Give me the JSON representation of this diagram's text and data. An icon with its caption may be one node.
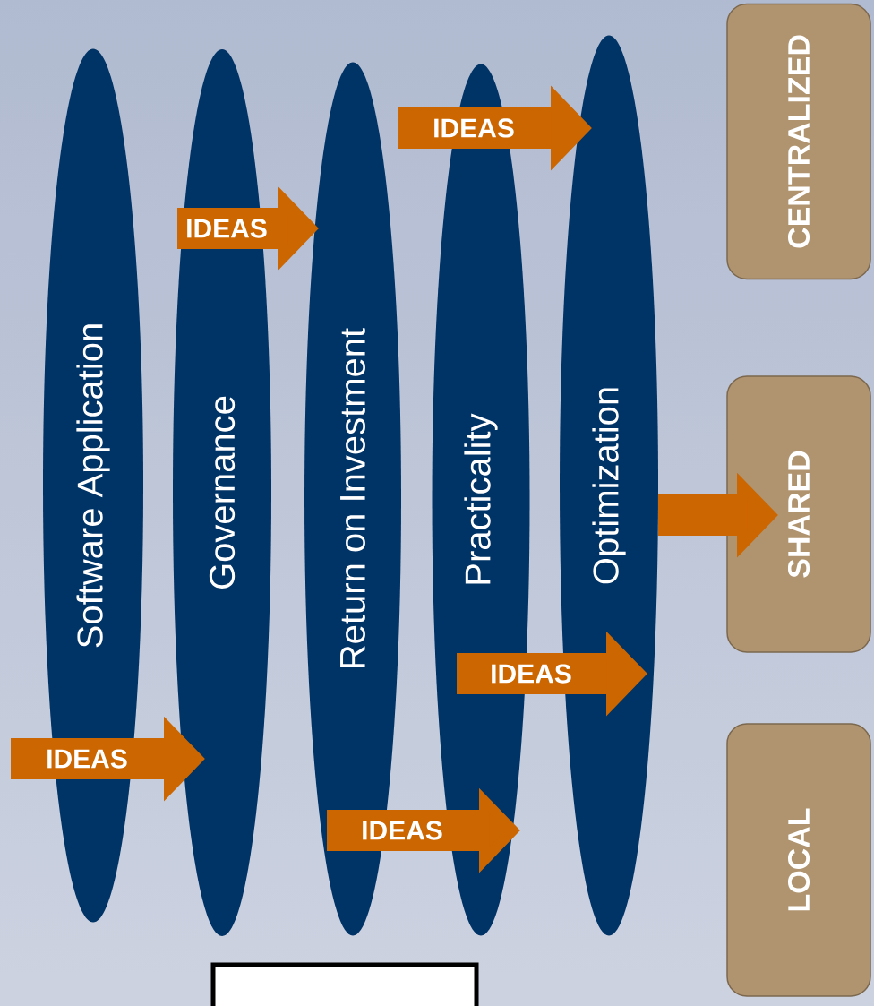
{
  "diagram": {
    "nodes": [
      {
        "text": [
          "Software Application"
        ]
      },
      {
        "text": [
          "Governance"
        ]
      },
      {
        "text": [
          "Return on Investment"
        ]
      },
      {
        "text": [
          "Practicality"
        ]
      },
      {
        "text": [
          "Optimization"
        ]
      },
      {
        "text": [
          "CENTRALIZED"
        ]
      },
      {
        "text": [
          "SHARED"
        ]
      },
      {
        "text": [
          "LOCAL"
        ]
      },
      {
        "text": [],
        "shape": "box"
      }
    ],
    "edges": [
      {
        "from": null,
        "to": 4,
        "arrow": "to",
        "label": "IDEAS"
      },
      {
        "from": 1,
        "to": 2,
        "arrow": "to",
        "label": "IDEAS"
      },
      {
        "from": 4,
        "to": 6,
        "arrow": "to"
      },
      {
        "from": 3,
        "to": 4,
        "arrow": "to",
        "label": "IDEAS"
      },
      {
        "from": null,
        "to": 1,
        "arrow": "to",
        "label": "IDEAS"
      },
      {
        "from": 2,
        "to": 3,
        "arrow": "to",
        "label": "IDEAS"
      }
    ]
  }
}
